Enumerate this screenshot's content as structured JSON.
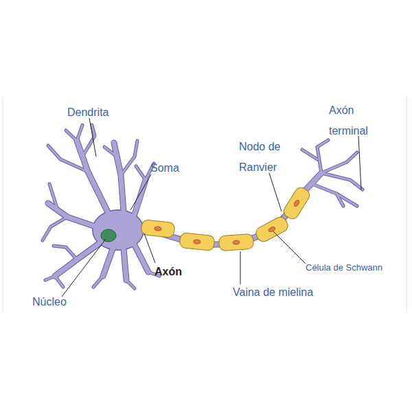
{
  "diagram": {
    "labels": [
      "Dendrita",
      "Soma",
      "Axón terminal",
      "Nodo de Ranvier",
      "Núcleo",
      "Axón",
      "Vaina de mielina",
      "Célula de Schwann"
    ]
  }
}
